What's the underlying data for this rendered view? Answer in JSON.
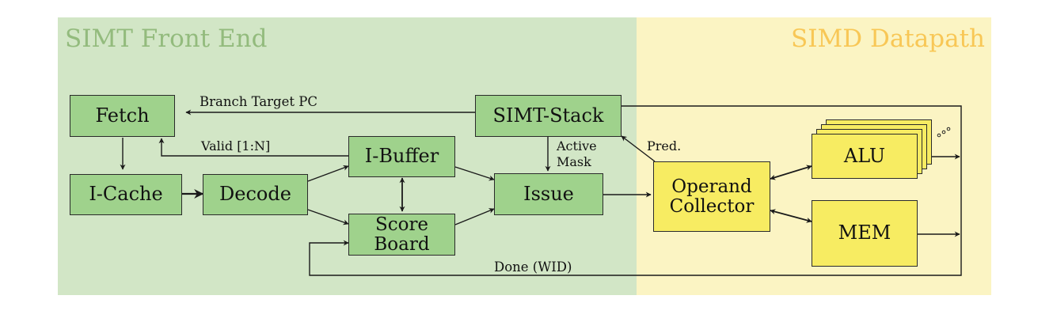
{
  "regions": {
    "front_end_title": "SIMT Front End",
    "datapath_title": "SIMD Datapath"
  },
  "blocks": {
    "fetch": "Fetch",
    "icache": "I-Cache",
    "decode": "Decode",
    "ibuffer": "I-Buffer",
    "scoreboard_line1": "Score",
    "scoreboard_line2": "Board",
    "issue": "Issue",
    "simt_stack": "SIMT-Stack",
    "operand_line1": "Operand",
    "operand_line2": "Collector",
    "alu": "ALU",
    "mem": "MEM"
  },
  "labels": {
    "branch_target_pc": "Branch Target PC",
    "valid": "Valid [1:N]",
    "active": "Active",
    "mask": "Mask",
    "pred": "Pred.",
    "done": "Done (WID)"
  },
  "colors": {
    "front_end_bg": "#d2e6c6",
    "datapath_bg": "#fbf4c3",
    "green_block": "#9fd28c",
    "yellow_block": "#f7ec62"
  }
}
